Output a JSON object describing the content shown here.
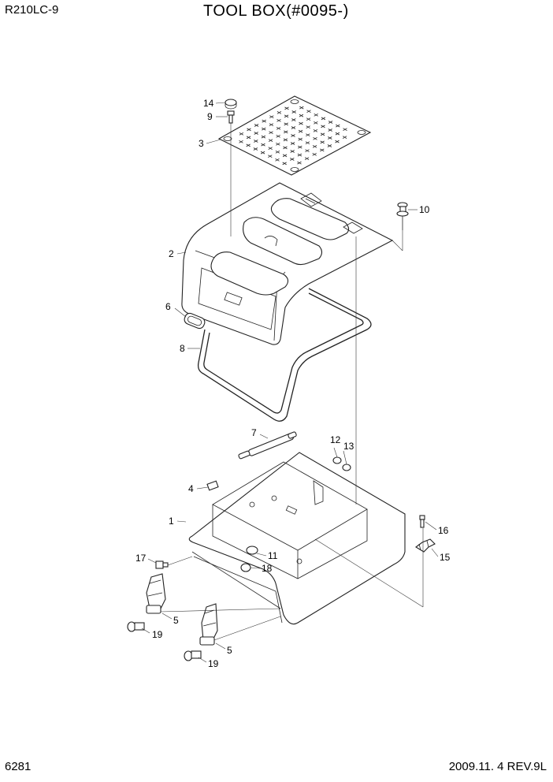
{
  "header": {
    "model": "R210LC-9",
    "title": "TOOL BOX(#0095-)"
  },
  "footer": {
    "page_number": "6281",
    "date_revision": "2009.11. 4  REV.9L"
  },
  "callouts": {
    "c14": "14",
    "c9": "9",
    "c3": "3",
    "c10": "10",
    "c2": "2",
    "c6": "6",
    "c8": "8",
    "c7": "7",
    "c12": "12",
    "c13": "13",
    "c4": "4",
    "c1": "1",
    "c16": "16",
    "c15": "15",
    "c11": "11",
    "c17": "17",
    "c18": "18",
    "c5a": "5",
    "c19a": "19",
    "c5b": "5",
    "c19b": "19"
  }
}
